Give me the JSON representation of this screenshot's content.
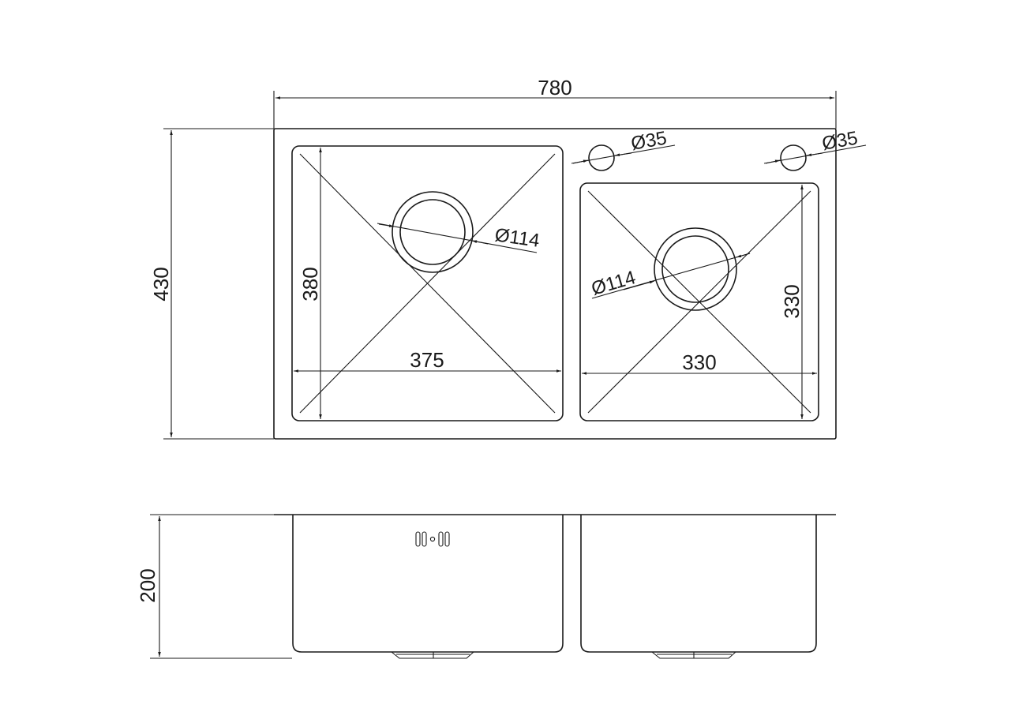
{
  "dimensions": {
    "overall_width": "780",
    "overall_depth": "430",
    "left_bowl_length": "380",
    "left_bowl_width": "375",
    "right_bowl_length": "330",
    "right_bowl_width": "330",
    "left_drain": "Ø114",
    "right_drain": "Ø114",
    "tap_hole_1": "Ø35",
    "tap_hole_2": "Ø35",
    "bowl_height": "200"
  },
  "colors": {
    "line": "#1a1a1a",
    "background": "#ffffff"
  }
}
